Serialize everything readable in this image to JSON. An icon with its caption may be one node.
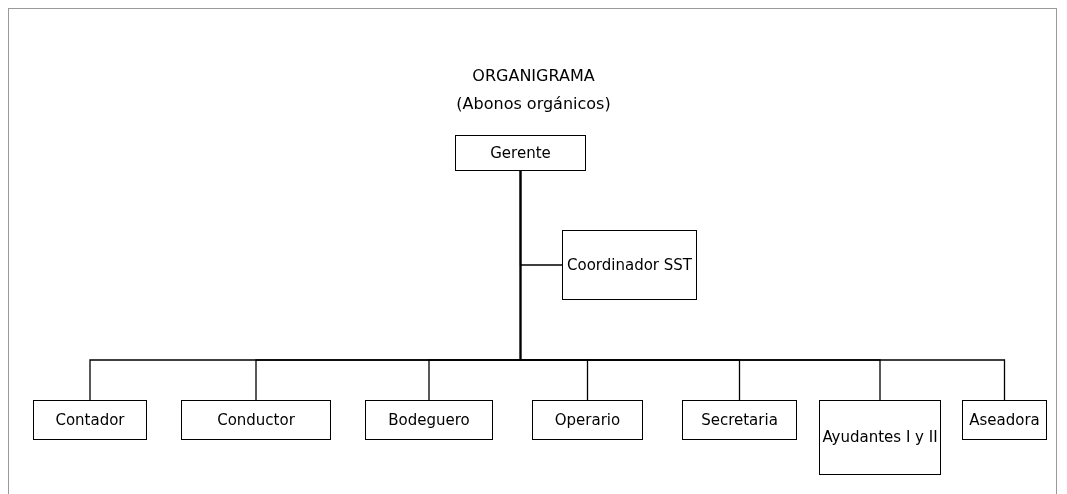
{
  "diagram": {
    "title": "ORGANIGRAMA",
    "caption": "(Abonos orgánicos)",
    "nodes": [
      {
        "text": [
          "Gerente"
        ]
      },
      {
        "text": [
          "Coordinador SST"
        ]
      },
      {
        "text": [
          "Contador"
        ]
      },
      {
        "text": [
          "Conductor"
        ]
      },
      {
        "text": [
          "Bodeguero"
        ]
      },
      {
        "text": [
          "Operario"
        ]
      },
      {
        "text": [
          "Secretaria"
        ]
      },
      {
        "text": [
          "Ayudantes I y II"
        ]
      },
      {
        "text": [
          "Aseadora"
        ]
      }
    ],
    "edges": [
      {
        "from": 0,
        "to": 1,
        "arrow": "none"
      },
      {
        "from": 0,
        "to": 2,
        "arrow": "none"
      },
      {
        "from": 0,
        "to": 3,
        "arrow": "none"
      },
      {
        "from": 0,
        "to": 4,
        "arrow": "none"
      },
      {
        "from": 0,
        "to": 5,
        "arrow": "none"
      },
      {
        "from": 0,
        "to": 6,
        "arrow": "none"
      },
      {
        "from": 0,
        "to": 7,
        "arrow": "none"
      },
      {
        "from": 0,
        "to": 8,
        "arrow": "none"
      }
    ]
  }
}
